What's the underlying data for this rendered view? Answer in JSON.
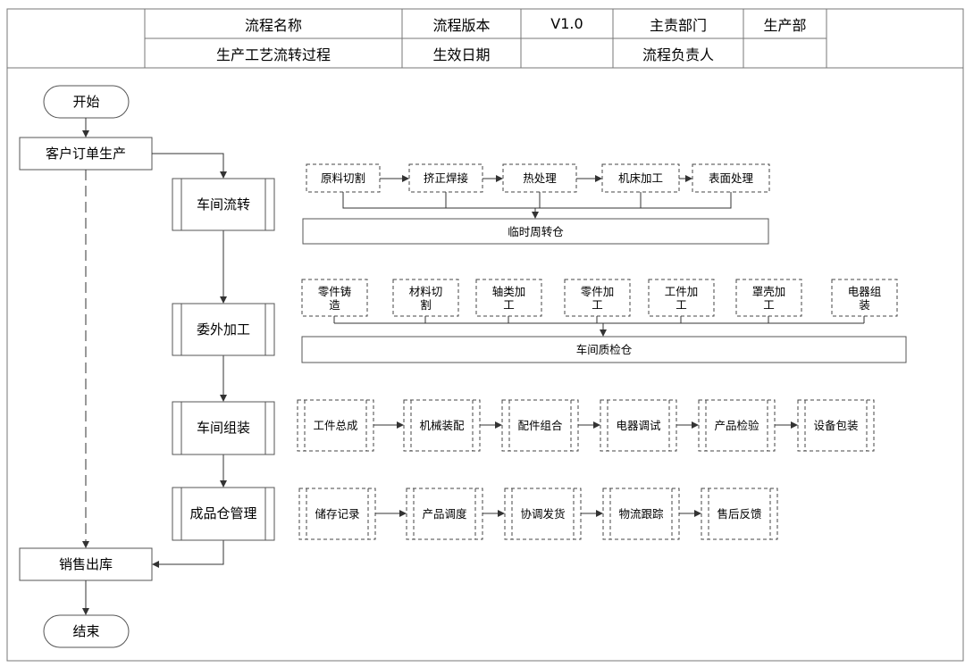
{
  "header": {
    "name_label": "流程名称",
    "name_value": "生产工艺流转过程",
    "version_label": "流程版本",
    "version_value": "V1.0",
    "date_label": "生效日期",
    "date_value": "",
    "dept_label": "主责部门",
    "dept_value": "生产部",
    "owner_label": "流程负责人",
    "owner_value": ""
  },
  "flow": {
    "start": "开始",
    "order": "客户订单生产",
    "sales": "销售出库",
    "end": "结束"
  },
  "stages": {
    "transfer": {
      "label": "车间流转",
      "steps": [
        "原料切割",
        "挤正焊接",
        "热处理",
        "机床加工",
        "表面处理"
      ],
      "target": "临时周转仓"
    },
    "outsource": {
      "label": "委外加工",
      "steps": [
        "零件铸\n造",
        "材料切\n割",
        "轴类加\n工",
        "零件加\n工",
        "工件加\n工",
        "罩壳加\n工",
        "电器组\n装"
      ],
      "target": "车间质检仓"
    },
    "assembly": {
      "label": "车间组装",
      "steps": [
        "工件总成",
        "机械装配",
        "配件组合",
        "电器调试",
        "产品检验",
        "设备包装"
      ]
    },
    "warehouse": {
      "label": "成品仓管理",
      "steps": [
        "储存记录",
        "产品调度",
        "协调发货",
        "物流跟踪",
        "售后反馈"
      ]
    }
  }
}
